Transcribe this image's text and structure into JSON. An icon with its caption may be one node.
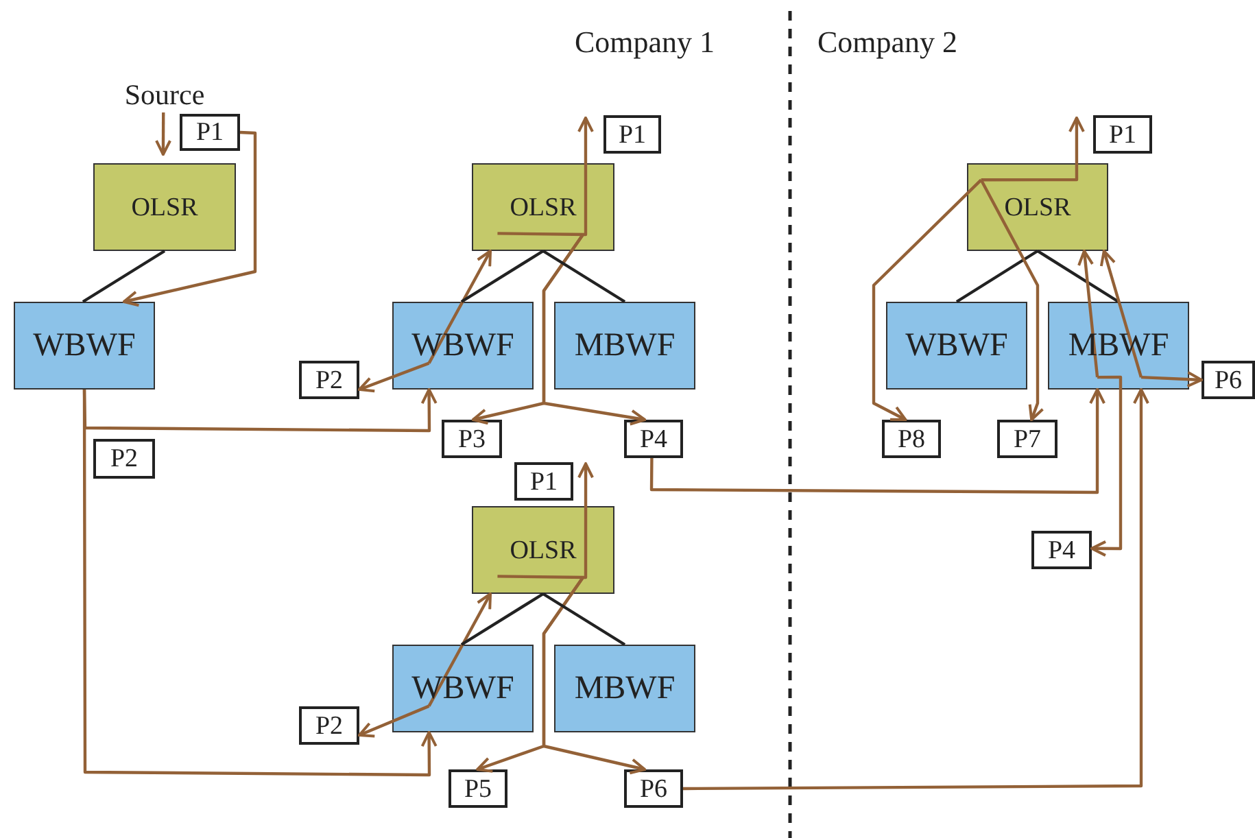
{
  "diagram": {
    "nodes": [
      {
        "text": [
          "Source"
        ]
      },
      {
        "text": [
          "P1"
        ]
      },
      {
        "text": [
          "OLSR"
        ]
      },
      {
        "text": [
          "WBWF"
        ]
      },
      {
        "text": [
          "P2"
        ]
      },
      {
        "text": [
          "OLSR"
        ]
      },
      {
        "text": [
          "P1"
        ]
      },
      {
        "text": [
          "WBWF"
        ]
      },
      {
        "text": [
          "MBWF"
        ]
      },
      {
        "text": [
          "P2"
        ]
      },
      {
        "text": [
          "P3"
        ]
      },
      {
        "text": [
          "P4"
        ]
      },
      {
        "text": [
          "P1"
        ]
      },
      {
        "text": [
          "OLSR"
        ]
      },
      {
        "text": [
          "WBWF"
        ]
      },
      {
        "text": [
          "MBWF"
        ]
      },
      {
        "text": [
          "P2"
        ]
      },
      {
        "text": [
          "P5"
        ]
      },
      {
        "text": [
          "P6"
        ]
      },
      {
        "text": [
          "P1"
        ]
      },
      {
        "text": [
          "OLSR"
        ]
      },
      {
        "text": [
          "WBWF"
        ]
      },
      {
        "text": [
          "MBWF"
        ]
      },
      {
        "text": [
          "P6"
        ]
      },
      {
        "text": [
          "P8"
        ]
      },
      {
        "text": [
          "P7"
        ]
      },
      {
        "text": [
          "P4"
        ]
      }
    ],
    "edges": [
      {
        "from": 0,
        "to": 2,
        "arrow": "to"
      },
      {
        "from": 1,
        "to": 3,
        "arrow": "to"
      },
      {
        "from": 2,
        "to": 3,
        "arrow": "none",
        "color": "#222222"
      },
      {
        "from": 3,
        "to": 7,
        "arrow": "to"
      },
      {
        "from": 3,
        "to": 14,
        "arrow": "to"
      },
      {
        "from": 7,
        "to": 9,
        "arrow": "to"
      },
      {
        "from": 7,
        "to": 5,
        "arrow": "to"
      },
      {
        "from": 5,
        "to": 6,
        "arrow": "to"
      },
      {
        "from": 5,
        "to": 10,
        "arrow": "to"
      },
      {
        "from": 5,
        "to": 11,
        "arrow": "to"
      },
      {
        "from": 5,
        "to": 7,
        "arrow": "none",
        "color": "#222222"
      },
      {
        "from": 5,
        "to": 8,
        "arrow": "none",
        "color": "#222222"
      },
      {
        "from": 11,
        "to": 22,
        "arrow": "to"
      },
      {
        "from": 14,
        "to": 16,
        "arrow": "to"
      },
      {
        "from": 14,
        "to": 13,
        "arrow": "to"
      },
      {
        "from": 13,
        "to": 12,
        "arrow": "to"
      },
      {
        "from": 13,
        "to": 17,
        "arrow": "to"
      },
      {
        "from": 13,
        "to": 18,
        "arrow": "to"
      },
      {
        "from": 13,
        "to": 14,
        "arrow": "none",
        "color": "#222222"
      },
      {
        "from": 13,
        "to": 15,
        "arrow": "none",
        "color": "#222222"
      },
      {
        "from": 18,
        "to": 22,
        "arrow": "to"
      },
      {
        "from": 20,
        "to": 21,
        "arrow": "none",
        "color": "#222222"
      },
      {
        "from": 20,
        "to": 22,
        "arrow": "none",
        "color": "#222222"
      },
      {
        "from": 22,
        "to": 20,
        "arrow": "to"
      },
      {
        "from": 20,
        "to": 19,
        "arrow": "to"
      },
      {
        "from": 20,
        "to": 24,
        "arrow": "to"
      },
      {
        "from": 20,
        "to": 25,
        "arrow": "to"
      },
      {
        "from": 22,
        "to": 26,
        "arrow": "to"
      },
      {
        "from": 22,
        "to": 23,
        "arrow": "to"
      },
      {
        "from": 22,
        "to": 20,
        "arrow": "to"
      }
    ],
    "labels": [
      "Company 1",
      "Company 2"
    ]
  }
}
